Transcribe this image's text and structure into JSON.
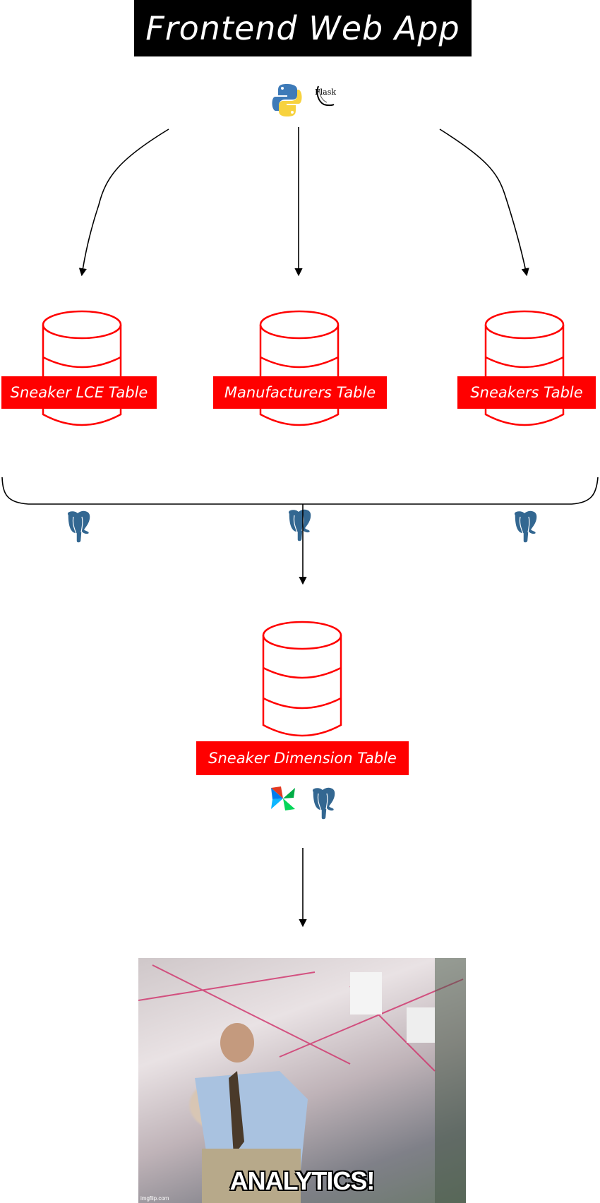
{
  "title": "Frontend Web App",
  "frontend_icons": {
    "python": "python-logo",
    "flask": "Flask"
  },
  "tables": [
    {
      "label": "Sneaker LCE Table",
      "icon": "postgresql-icon"
    },
    {
      "label": "Manufacturers Table",
      "icon": "postgresql-icon"
    },
    {
      "label": "Sneakers Table",
      "icon": "postgresql-icon"
    }
  ],
  "dimension_table": {
    "label": "Sneaker Dimension Table",
    "icons": [
      "airflow-icon",
      "postgresql-icon"
    ]
  },
  "meme": {
    "caption": "ANALYTICS!",
    "watermark": "imgflip.com"
  },
  "colors": {
    "db": "#ff0000",
    "title_bg": "#000000"
  }
}
